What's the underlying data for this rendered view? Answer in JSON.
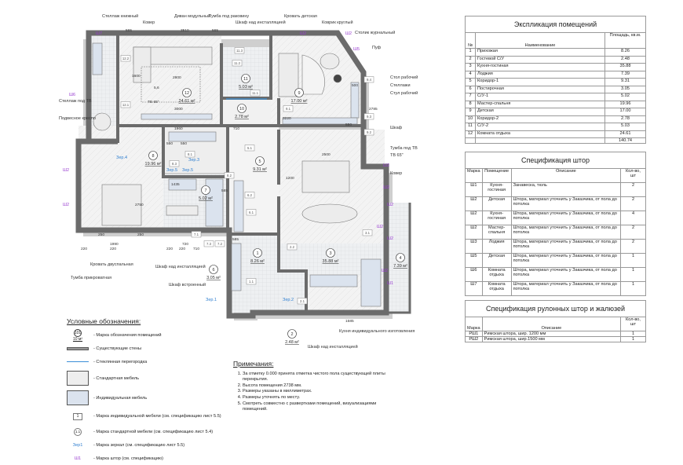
{
  "rooms_table": {
    "title": "Экспликация помещений",
    "headers": [
      "№",
      "Наименование",
      "Площадь, кв.м."
    ],
    "rows": [
      [
        "1",
        "Прихожая",
        "8.26"
      ],
      [
        "2",
        "Гостевой С/У",
        "2.48"
      ],
      [
        "3",
        "Кухня-гостиная",
        "35.88"
      ],
      [
        "4",
        "Лоджия",
        "7.39"
      ],
      [
        "5",
        "Коридор-1",
        "9.31"
      ],
      [
        "6",
        "Постирочная",
        "3.05"
      ],
      [
        "7",
        "С/У-1",
        "5.02"
      ],
      [
        "8",
        "Мастер-спальня",
        "19.96"
      ],
      [
        "9",
        "Детская",
        "17.00"
      ],
      [
        "10",
        "Коридор-2",
        "2.78"
      ],
      [
        "11",
        "С/У-2",
        "5.03"
      ],
      [
        "12",
        "Комната отдыха",
        "24.61"
      ]
    ],
    "total": "140.74"
  },
  "curtains_table": {
    "title": "Спецификация штор",
    "headers": [
      "Марка",
      "Помещение",
      "Описание",
      "Кол-во, шт"
    ],
    "rows": [
      [
        "Ш1",
        "Кухня-гостиная",
        "Занавеска, тюль",
        "2"
      ],
      [
        "Ш2",
        "Детская",
        "Штора, материал уточнить у Заказчика, от пола до потолка",
        "2"
      ],
      [
        "Ш2",
        "Кухня-гостиная",
        "Штора, материал уточнить у Заказчика, от пола до потолка",
        "4"
      ],
      [
        "Ш2",
        "Мастер-спальня",
        "Штора, материал уточнить у Заказчика, от пола до потолка",
        "2"
      ],
      [
        "Ш3",
        "Лоджия",
        "Штора, материал уточнить у Заказчика, от пола до потолка",
        "2"
      ],
      [
        "Ш5",
        "Детская",
        "Штора, материал уточнить у Заказчика, от пола до потолка",
        "1"
      ],
      [
        "Ш6",
        "Комната отдыха",
        "Штора, материал уточнить у Заказчика, от пола до потолка",
        "1"
      ],
      [
        "Ш7",
        "Комната отдыха",
        "Штора, материал уточнить у Заказчика, от пола до потолка",
        "1"
      ]
    ]
  },
  "roller_table": {
    "title": "Спецификация рулонных штор и жалюзей",
    "headers": [
      "Марка",
      "Описание",
      "Кол-во, шт"
    ],
    "rows": [
      [
        "РШ1",
        "Римская штора, шир. 1200 мм",
        "1"
      ],
      [
        "РШ2",
        "Римская штора, шир.1500 мм",
        "1"
      ]
    ]
  },
  "legend": {
    "title": "Условные обозначения:",
    "room_mark_num": "101",
    "room_mark_area": "10 м²",
    "furniture_mark": "1",
    "std_mark": "1.1",
    "mirror_mark": "Зер1",
    "curtain_mark": "Ш1",
    "items": [
      "- Марка обозначения помещений",
      "- Существующие стены",
      "- Стеклянная перегородка",
      "- Стандартная мебель",
      "- Индивидуальная мебель",
      "- Марка индивидуальной мебели (см. спецификацию лист 5.5)",
      "- Марка стандартной мебели (см. спецификацию лист 5.4)",
      "- Марка зеркал (см. спецификацию лист 5.5)",
      "- Марка штор (см. спецификацию)"
    ]
  },
  "notes": {
    "title": "Примечания:",
    "items": [
      "За отметку 0.000 принята отметка чистого пола существующей плиты перекрытия.",
      "Высота помещения 2738 мм.",
      "Размеры указаны в миллиметрах.",
      "Размеры уточнять по месту.",
      "Смотреть совместно с развертками помещений, визуализациями помещений."
    ]
  },
  "plan": {
    "rooms": [
      {
        "num": "12",
        "area": "24.61 м²"
      },
      {
        "num": "11",
        "area": "5.03 м²"
      },
      {
        "num": "10",
        "area": "2.78 м²"
      },
      {
        "num": "9",
        "area": "17.00 м²"
      },
      {
        "num": "8",
        "area": "19.96 м²"
      },
      {
        "num": "7",
        "area": "5.02 м²"
      },
      {
        "num": "5",
        "area": "9.31 м²"
      },
      {
        "num": "3",
        "area": "35.88 м²"
      },
      {
        "num": "1",
        "area": "8.26 м²"
      },
      {
        "num": "2",
        "area": "2.48 м²"
      },
      {
        "num": "6",
        "area": "3.05 м²"
      },
      {
        "num": "4",
        "area": "7.39 м²"
      }
    ],
    "callouts": [
      "Стеллаж книжный",
      "Ковер",
      "Диван модульный",
      "Тумба под раковину",
      "Шкаф над инсталляцией",
      "Кровать детская",
      "Коврик круглый",
      "Столик журнальный",
      "Пуф",
      "Стол рабочий",
      "Стеллажи",
      "Стул рабочий",
      "Шкаф",
      "Тумба под ТВ",
      "ТВ 65\"",
      "Ковер",
      "Стеллаж под ТВ",
      "Подвесное кресло",
      "Кровать двуспальная",
      "Тумба прикроватная",
      "Шкаф над инсталляцией",
      "Шкаф встроенный",
      "Кухня индивидуального изготовления",
      "Шкаф над инсталляцией"
    ],
    "mirrors": [
      "Зер.1",
      "Зер.2",
      "Зер.3",
      "Зер.4",
      "Зер.5",
      "Зер.5"
    ],
    "curtains": [
      "Ш7",
      "Ш2",
      "Ш2",
      "Ш5",
      "Ш6",
      "Ш2",
      "Ш2",
      "Ш2",
      "Ш2",
      "Ш2",
      "Ш1",
      "Ш2",
      "Ш2",
      "Ш2"
    ],
    "dims": [
      "565",
      "3510",
      "565",
      "2800",
      "1600",
      "3000",
      "3220",
      "1960",
      "710",
      "550",
      "550",
      "1435",
      "585",
      "2750",
      "250",
      "1990",
      "250",
      "720",
      "220",
      "220",
      "220",
      "220",
      "710",
      "585",
      "1200",
      "2500",
      "1585",
      "550",
      "2785",
      "500",
      "5,6",
      "ТВ 65\""
    ],
    "furniture_marks": [
      "12.2",
      "12.1",
      "11.3",
      "11.2",
      "11.1",
      "9.1",
      "9.2",
      "9.3",
      "9.4",
      "8.1",
      "8.2",
      "8.3",
      "7.3",
      "7.2",
      "7.1",
      "5.1",
      "6.2",
      "6.1",
      "3.1",
      "2.1",
      "2.2",
      "1.1"
    ]
  },
  "colors": {
    "wall": "#6b6b6b",
    "curtain": "#9a3fd1",
    "mirror": "#2f7fd0",
    "glass": "#3b8fd8",
    "individual": "#dbe3ee"
  }
}
